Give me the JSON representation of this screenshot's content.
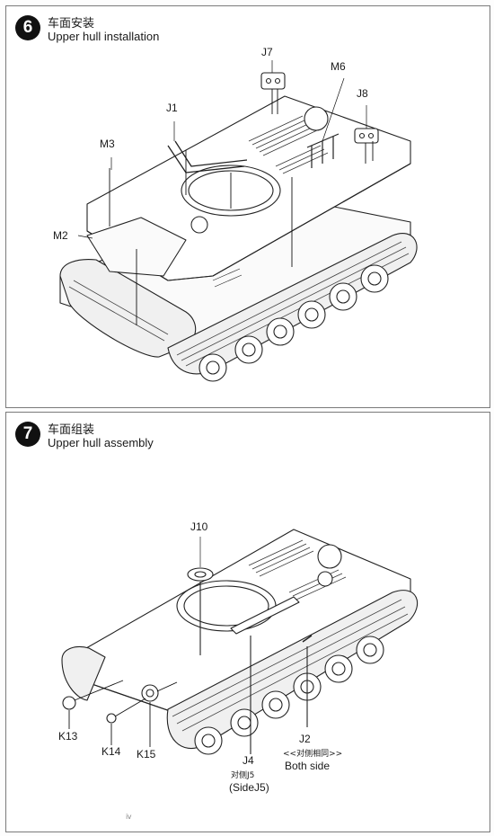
{
  "steps": [
    {
      "number": "6",
      "title_cn": "车面安装",
      "title_en": "Upper hull installation",
      "callouts": {
        "j7": "J7",
        "m6": "M6",
        "j8": "J8",
        "j1": "J1",
        "m3": "M3",
        "m2": "M2"
      }
    },
    {
      "number": "7",
      "title_cn": "车面组装",
      "title_en": "Upper hull assembly",
      "callouts": {
        "j10": "J10",
        "k13": "K13",
        "k14": "K14",
        "k15": "K15",
        "j4": "J4",
        "j4_note_cn": "对侧J5",
        "j4_note_en": "(SideJ5)",
        "j2": "J2",
        "j2_note_cn": "<<对侧相同>>",
        "j2_note_en": "Both side"
      }
    }
  ],
  "footer_mark": "ⅳ"
}
